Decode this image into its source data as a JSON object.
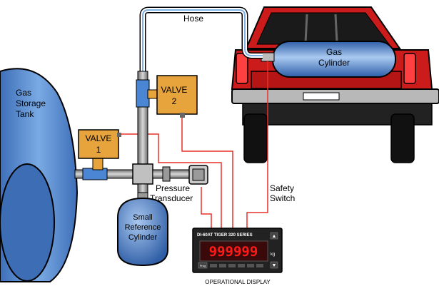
{
  "labels": {
    "hose": "Hose",
    "gas_cylinder_line1": "Gas",
    "gas_cylinder_line2": "Cylinder",
    "gas_storage_tank_line1": "Gas",
    "gas_storage_tank_line2": "Storage",
    "gas_storage_tank_line3": "Tank",
    "valve1_line1": "VALVE",
    "valve1_line2": "1",
    "valve2_line1": "VALVE",
    "valve2_line2": "2",
    "pressure_transducer_line1": "Pressure",
    "pressure_transducer_line2": "Transducer",
    "safety_switch_line1": "Safety",
    "safety_switch_line2": "Switch",
    "reference_cylinder_line1": "Small",
    "reference_cylinder_line2": "Reference",
    "reference_cylinder_line3": "Cylinder",
    "operational_display": "OPERATIONAL DISPLAY"
  },
  "display": {
    "model": "DI-60AT  TIGER 320 SERIES",
    "readout": "999999",
    "unit": "kg",
    "prog_button": "Prog"
  },
  "colors": {
    "wire": "#e8302a",
    "tank": "#5b8fd0",
    "truck_body": "#cc1b1b",
    "valve": "#e8a43c",
    "display_bg": "#222222",
    "readout_bg": "#3a0a0a"
  }
}
